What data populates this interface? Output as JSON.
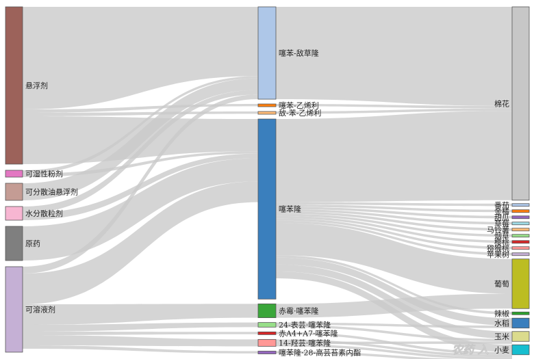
{
  "diagram": {
    "type": "sankey",
    "columns": [
      [
        {
          "id": "suspension",
          "label": "悬浮剂",
          "color": "#9c625a",
          "value": 46
        },
        {
          "id": "wp",
          "label": "可湿性粉剂",
          "color": "#e377c2",
          "value": 2
        },
        {
          "id": "od",
          "label": "可分散油悬浮剂",
          "color": "#c49c94",
          "value": 5
        },
        {
          "id": "wg",
          "label": "水分散粒剂",
          "color": "#f7b6d2",
          "value": 4
        },
        {
          "id": "tc",
          "label": "原药",
          "color": "#7f7f7f",
          "value": 10
        },
        {
          "id": "sl",
          "label": "可溶液剂",
          "color": "#c5b0d5",
          "value": 25
        }
      ],
      [
        {
          "id": "tdz_diuron",
          "label": "噻苯-敌草隆",
          "color": "#aec7e8",
          "value": 40
        },
        {
          "id": "tdz_ethephon",
          "label": "噻苯-乙烯利",
          "color": "#ff7f0e",
          "value": 1
        },
        {
          "id": "diuron_ethephon",
          "label": "敌-苯-乙烯利",
          "color": "#ffbb78",
          "value": 1
        },
        {
          "id": "tdz",
          "label": "噻苯隆",
          "color": "#3a7fbd",
          "value": 78
        },
        {
          "id": "ga_tdz",
          "label": "赤霉·噻苯隆",
          "color": "#3aa63a",
          "value": 6
        },
        {
          "id": "epi_tdz",
          "label": "24-表芸·噻苯隆",
          "color": "#98df8a",
          "value": 2
        },
        {
          "id": "ga47_tdz",
          "label": "赤A4+A7·噻苯隆",
          "color": "#d62728",
          "value": 1
        },
        {
          "id": "hbr_tdz",
          "label": "14-羟芸·噻苯隆",
          "color": "#ff9896",
          "value": 3
        },
        {
          "id": "tdz_28",
          "label": "噻苯隆·28-高芸苔素内酯",
          "color": "#9467bd",
          "value": 1
        }
      ],
      [
        {
          "id": "cotton",
          "label": "棉花",
          "color": "#c7c7c7",
          "value": 78
        },
        {
          "id": "tomato",
          "label": "番茄",
          "color": "#aec7e8",
          "value": 1
        },
        {
          "id": "kumquat",
          "label": "金橘",
          "color": "#ff7f0e",
          "value": 1
        },
        {
          "id": "melon",
          "label": "甜瓜",
          "color": "#9467bd",
          "value": 1
        },
        {
          "id": "strawberry",
          "label": "草莓",
          "color": "#9edae5",
          "value": 1
        },
        {
          "id": "potato",
          "label": "马铃薯",
          "color": "#ffbb78",
          "value": 1
        },
        {
          "id": "tobacco",
          "label": "烟草",
          "color": "#98df8a",
          "value": 1
        },
        {
          "id": "cherry",
          "label": "樱桃",
          "color": "#d62728",
          "value": 1
        },
        {
          "id": "kiwi",
          "label": "猕猴桃",
          "color": "#ff9896",
          "value": 1
        },
        {
          "id": "apple",
          "label": "苹果树",
          "color": "#c5b0d5",
          "value": 1
        },
        {
          "id": "grape",
          "label": "葡萄",
          "color": "#bcbd22",
          "value": 20
        },
        {
          "id": "pepper",
          "label": "辣椒",
          "color": "#2ca02c",
          "value": 1
        },
        {
          "id": "rice",
          "label": "水稻",
          "color": "#3a7fbd",
          "value": 4
        },
        {
          "id": "corn",
          "label": "玉米",
          "color": "#dbdb8d",
          "value": 4
        },
        {
          "id": "wheat",
          "label": "小麦",
          "color": "#17becf",
          "value": 4
        }
      ]
    ],
    "links": [
      {
        "source": "suspension",
        "target": "tdz_diuron",
        "value": 30
      },
      {
        "source": "suspension",
        "target": "tdz_ethephon",
        "value": 1
      },
      {
        "source": "suspension",
        "target": "diuron_ethephon",
        "value": 1
      },
      {
        "source": "suspension",
        "target": "tdz",
        "value": 14
      },
      {
        "source": "wp",
        "target": "tdz_diuron",
        "value": 1
      },
      {
        "source": "wp",
        "target": "tdz",
        "value": 1
      },
      {
        "source": "od",
        "target": "tdz_diuron",
        "value": 5
      },
      {
        "source": "wg",
        "target": "tdz_diuron",
        "value": 2
      },
      {
        "source": "wg",
        "target": "tdz",
        "value": 2
      },
      {
        "source": "tc",
        "target": "tdz",
        "value": 10
      },
      {
        "source": "sl",
        "target": "tdz_diuron",
        "value": 2
      },
      {
        "source": "sl",
        "target": "tdz",
        "value": 9
      },
      {
        "source": "sl",
        "target": "ga_tdz",
        "value": 6
      },
      {
        "source": "sl",
        "target": "epi_tdz",
        "value": 2
      },
      {
        "source": "sl",
        "target": "ga47_tdz",
        "value": 1
      },
      {
        "source": "sl",
        "target": "hbr_tdz",
        "value": 3
      },
      {
        "source": "sl",
        "target": "tdz_28",
        "value": 1
      },
      {
        "source": "tdz_diuron",
        "target": "cotton",
        "value": 40
      },
      {
        "source": "tdz_ethephon",
        "target": "cotton",
        "value": 1
      },
      {
        "source": "diuron_ethephon",
        "target": "cotton",
        "value": 1
      },
      {
        "source": "tdz",
        "target": "cotton",
        "value": 36
      },
      {
        "source": "tdz",
        "target": "tomato",
        "value": 1
      },
      {
        "source": "tdz",
        "target": "kumquat",
        "value": 1
      },
      {
        "source": "tdz",
        "target": "melon",
        "value": 1
      },
      {
        "source": "tdz",
        "target": "strawberry",
        "value": 1
      },
      {
        "source": "tdz",
        "target": "potato",
        "value": 1
      },
      {
        "source": "tdz",
        "target": "tobacco",
        "value": 1
      },
      {
        "source": "tdz",
        "target": "cherry",
        "value": 1
      },
      {
        "source": "tdz",
        "target": "kiwi",
        "value": 1
      },
      {
        "source": "tdz",
        "target": "apple",
        "value": 1
      },
      {
        "source": "tdz",
        "target": "grape",
        "value": 14
      },
      {
        "source": "tdz",
        "target": "pepper",
        "value": 1
      },
      {
        "source": "tdz",
        "target": "rice",
        "value": 3
      },
      {
        "source": "tdz",
        "target": "corn",
        "value": 3
      },
      {
        "source": "tdz",
        "target": "wheat",
        "value": 3
      },
      {
        "source": "ga_tdz",
        "target": "grape",
        "value": 6
      },
      {
        "source": "epi_tdz",
        "target": "rice",
        "value": 1
      },
      {
        "source": "epi_tdz",
        "target": "corn",
        "value": 1
      },
      {
        "source": "ga47_tdz",
        "target": "wheat",
        "value": 1
      },
      {
        "source": "hbr_tdz",
        "target": "wheat",
        "value": 1
      },
      {
        "source": "hbr_tdz",
        "target": "corn",
        "value": 1
      },
      {
        "source": "hbr_tdz",
        "target": "wheat",
        "value": 1
      },
      {
        "source": "tdz_28",
        "target": "wheat",
        "value": 1
      }
    ]
  },
  "watermark": {
    "text": "农药 入"
  }
}
